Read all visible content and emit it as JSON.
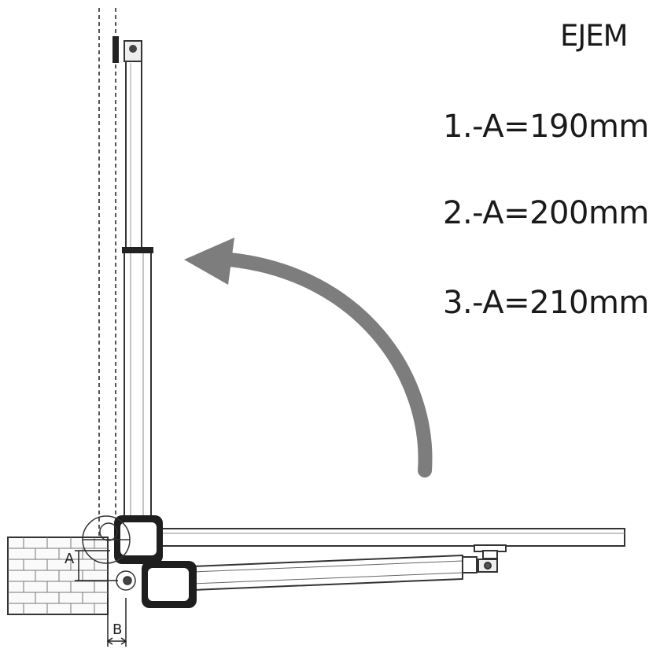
{
  "title": "EJEM",
  "examples": [
    {
      "label": "1.-A=190mm"
    },
    {
      "label": "2.-A=200mm"
    },
    {
      "label": "3.-A=210mm"
    }
  ],
  "dimensions": {
    "a_label": "A",
    "b_label": "B"
  },
  "colors": {
    "arrow": "#7d7d7d",
    "line": "#2a2a2a",
    "motor": "#1e1e1e",
    "background": "#ffffff"
  },
  "icons": {
    "swing": "curved-arrow-icon"
  }
}
